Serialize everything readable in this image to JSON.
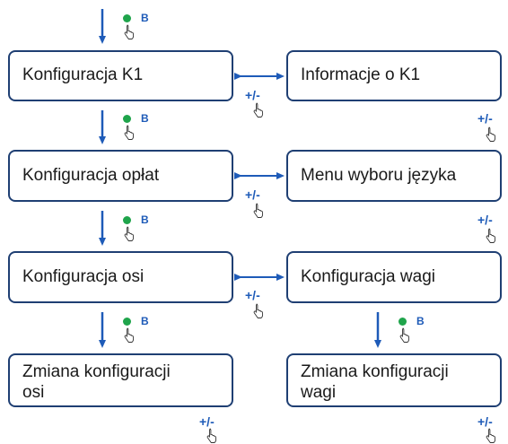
{
  "boxes": {
    "k1_config": "Konfiguracja K1",
    "k1_info": "Informacje o K1",
    "fees_config": "Konfiguracja opłat",
    "language_menu": "Menu wyboru języka",
    "axles_config": "Konfiguracja osi",
    "weight_config": "Konfiguracja wagi",
    "axles_change": "Zmiana konfiguracji\nosi",
    "weight_change": "Zmiana konfiguracji\nwagi"
  },
  "labels": {
    "next_key": "B",
    "toggle_key": "+/-"
  },
  "colors": {
    "arrow": "#1e5bb8",
    "box_border": "#1f3f73",
    "dot": "#1fa44b",
    "text": "#1a1a1a"
  },
  "icons": [
    "arrow-down-icon",
    "green-dot-icon",
    "hand-pointer-icon",
    "double-arrow-icon"
  ]
}
